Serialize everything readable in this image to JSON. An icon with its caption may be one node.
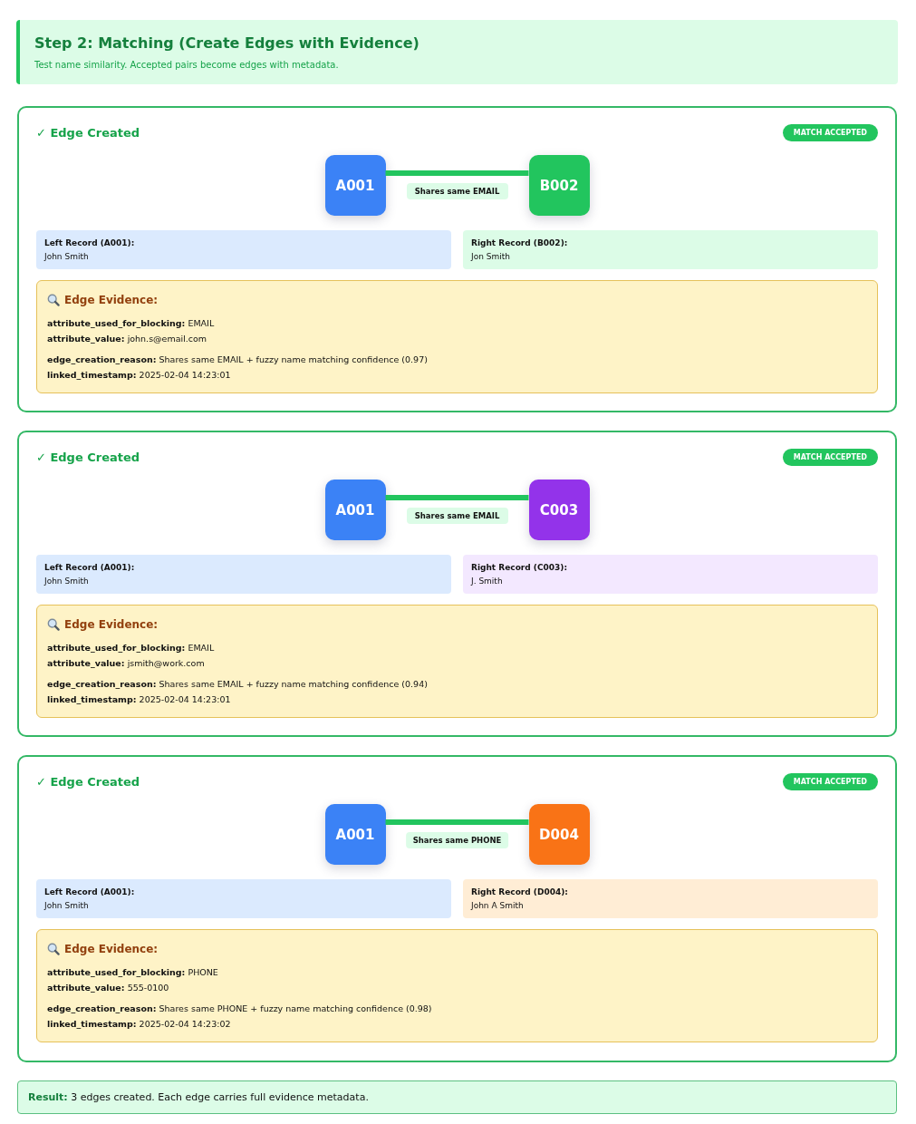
{
  "diagram": {
    "nodes": [
      {
        "text": [
          "Step 2: Matching (Create Edges with Evidence)",
          "Test name similarity. Accepted pairs become edges with metadata."
        ]
      },
      {
        "text": [
          "✓ Edge Created"
        ]
      },
      {
        "text": [
          "MATCH ACCEPTED"
        ],
        "in": 1
      },
      {
        "text": [
          "A001"
        ],
        "in": 1
      },
      {
        "text": [
          "B002"
        ],
        "in": 1
      },
      {
        "text": [
          "Left Record (A001):",
          "John Smith"
        ],
        "in": 1
      },
      {
        "text": [
          "Right Record (B002):",
          "Jon Smith"
        ],
        "in": 1
      },
      {
        "text": [
          "Edge Evidence:",
          "**attribute_used_for_blocking:** EMAIL",
          "**attribute_value:** john.s@email.com",
          "**edge_creation_reason:** Shares same EMAIL + fuzzy name matching confidence (0.97)",
          "**linked_timestamp:** 2025-02-04 14:23:01"
        ],
        "in": 1
      },
      {
        "text": [
          "✓ Edge Created"
        ]
      },
      {
        "text": [
          "MATCH ACCEPTED"
        ],
        "in": 8
      },
      {
        "text": [
          "A001"
        ],
        "in": 8
      },
      {
        "text": [
          "C003"
        ],
        "in": 8
      },
      {
        "text": [
          "Left Record (A001):",
          "John Smith"
        ],
        "in": 8
      },
      {
        "text": [
          "Right Record (C003):",
          "J. Smith"
        ],
        "in": 8
      },
      {
        "text": [
          "Edge Evidence:",
          "**attribute_used_for_blocking:** EMAIL",
          "**attribute_value:** jsmith@work.com",
          "**edge_creation_reason:** Shares same EMAIL + fuzzy name matching confidence (0.94)",
          "**linked_timestamp:** 2025-02-04 14:23:01"
        ],
        "in": 8
      },
      {
        "text": [
          "✓ Edge Created"
        ]
      },
      {
        "text": [
          "MATCH ACCEPTED"
        ],
        "in": 15
      },
      {
        "text": [
          "A001"
        ],
        "in": 15
      },
      {
        "text": [
          "D004"
        ],
        "in": 15
      },
      {
        "text": [
          "Left Record (A001):",
          "John Smith"
        ],
        "in": 15
      },
      {
        "text": [
          "Right Record (D004):",
          "John A Smith"
        ],
        "in": 15
      },
      {
        "text": [
          "Edge Evidence:",
          "**attribute_used_for_blocking:** PHONE",
          "**attribute_value:** 555-0100",
          "**edge_creation_reason:** Shares same PHONE + fuzzy name matching confidence (0.98)",
          "**linked_timestamp:** 2025-02-04 14:23:02"
        ],
        "in": 15
      },
      {
        "text": [
          "**Result:** 3 edges created. Each edge carries full evidence metadata."
        ]
      }
    ],
    "edges": [
      {
        "from": 3,
        "to": 4,
        "arrow": "none",
        "label": "Shares same EMAIL"
      },
      {
        "from": 10,
        "to": 11,
        "arrow": "none",
        "label": "Shares same EMAIL"
      },
      {
        "from": 17,
        "to": 18,
        "arrow": "none",
        "label": "Shares same PHONE"
      }
    ]
  }
}
